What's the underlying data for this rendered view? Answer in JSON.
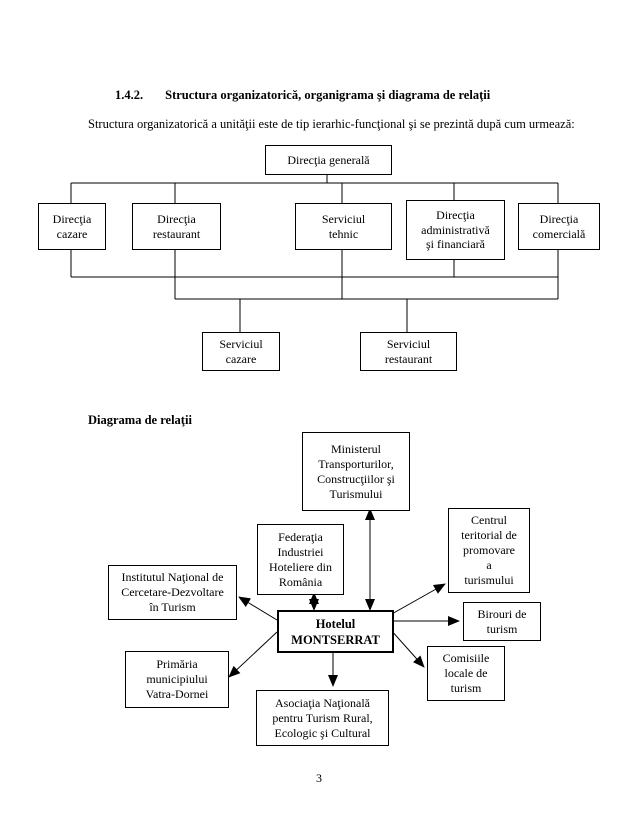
{
  "section": {
    "number": "1.4.2.",
    "title": "Structura organizatorică, organigrama şi diagrama de relaţii",
    "intro": "Structura organizatorică a unităţii este de tip ierarhic-funcţional şi se prezintă după cum urmează:"
  },
  "orgchart": {
    "generala": "Direcţia generală",
    "cazare": "Direcţia\ncazare",
    "restaurant": "Direcţia\nrestaurant",
    "tehnic": "Serviciul\ntehnic",
    "administrativa": "Direcţia\nadministrativă\nşi financiară",
    "comerciala": "Direcţia\ncomercială",
    "serviciul_cazare": "Serviciul\ncazare",
    "serviciul_restaurant": "Serviciul\nrestaurant"
  },
  "relations": {
    "heading": "Diagrama de relaţii",
    "ministerul": "Ministerul\nTransporturilor,\nConstrucţiilor şi\nTurismului",
    "federatia": "Federaţia\nIndustriei\nHoteliere din\nRomânia",
    "centrul": "Centrul\nteritorial de\npromovare\na\nturismului",
    "institutul": "Institutul Naţional de\nCercetare-Dezvoltare\nîn Turism",
    "hotelul": "Hotelul\nMONTSERRAT",
    "birouri": "Birouri de\nturism",
    "comisiile": "Comisiile\nlocale de\nturism",
    "primaria": "Primăria\nmunicipiului\nVatra-Dornei",
    "asociatia": "Asociaţia Naţională\npentru Turism Rural,\nEcologic şi Cultural"
  },
  "page_number": "3"
}
